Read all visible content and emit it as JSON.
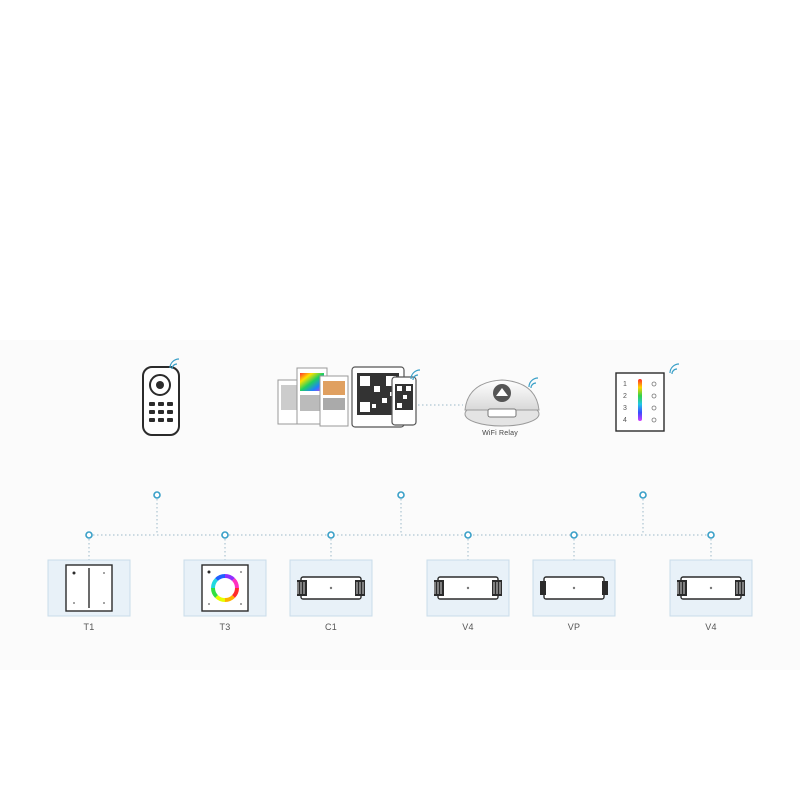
{
  "colors": {
    "accent": "#3aa0c8",
    "card_bg": "#e8f1f8",
    "card_border": "#c9dcea",
    "line": "#9bb8c9",
    "device": "#2b2b2b"
  },
  "top_devices": [
    {
      "name": "rf-remote",
      "icon": "remote-control-icon"
    },
    {
      "name": "smartphone-app",
      "icon": "app-screens-icon"
    },
    {
      "name": "wifi-relay",
      "icon": "wifi-relay-icon",
      "label": "WiFi  Relay"
    },
    {
      "name": "wall-panel",
      "icon": "touch-panel-icon",
      "zones": [
        "1",
        "2",
        "3",
        "4"
      ]
    }
  ],
  "receivers": [
    {
      "label": "T1",
      "icon": "switch-panel-icon"
    },
    {
      "label": "T3",
      "icon": "color-wheel-panel-icon"
    },
    {
      "label": "C1",
      "icon": "controller-icon"
    },
    {
      "label": "V4",
      "icon": "controller-icon"
    },
    {
      "label": "VP",
      "icon": "controller-icon"
    },
    {
      "label": "V4",
      "icon": "controller-icon"
    }
  ]
}
